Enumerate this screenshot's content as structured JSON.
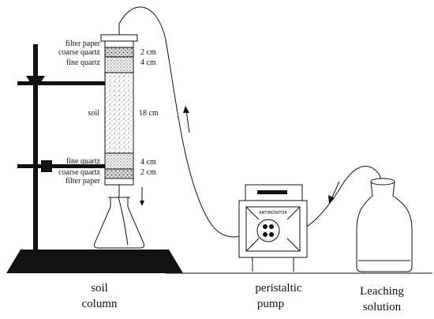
{
  "column": {
    "layers_top": [
      {
        "label": "filter paper",
        "size": ""
      },
      {
        "label": "coarse quartz",
        "size": "2 cm"
      },
      {
        "label": "fine quartz",
        "size": "4 cm"
      }
    ],
    "soil": {
      "label": "soil",
      "size": "18 cm"
    },
    "layers_bottom": [
      {
        "label": "fine quartz",
        "size": "4 cm"
      },
      {
        "label": "coarse quartz",
        "size": "2 cm"
      },
      {
        "label": "filter paper",
        "size": ""
      }
    ]
  },
  "captions": {
    "soil_column": [
      "soil",
      "column"
    ],
    "pump": [
      "peristaltic",
      "pump"
    ],
    "solution": [
      "Leaching",
      "solution"
    ]
  },
  "pump_display": "ANTIMONITOR"
}
